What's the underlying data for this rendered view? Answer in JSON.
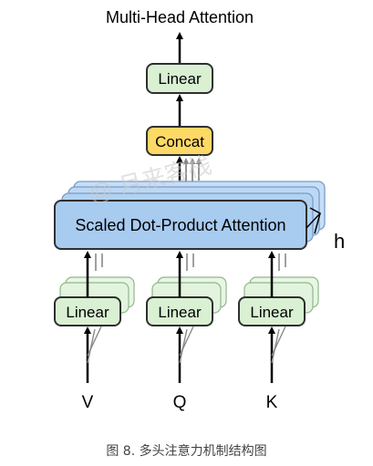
{
  "diagram": {
    "title": "Multi-Head Attention",
    "top_linear_label": "Linear",
    "concat_label": "Concat",
    "attention_label": "Scaled Dot-Product Attention",
    "heads_label": "h",
    "projection_label": "Linear",
    "inputs": [
      "V",
      "Q",
      "K"
    ],
    "watermark": "@ 月来客栈"
  },
  "caption": "图 8. 多头注意力机制结构图",
  "colors": {
    "linear_fill": "#d9f0d3",
    "linear_stroke": "#2f2f2f",
    "concat_fill": "#ffd966",
    "attention_fill": "#a8cbf0",
    "attention_stack_fill": "#bcd8f5",
    "linear_stack_fill": "#e3f4de",
    "stack_stroke": "#7a9cc4"
  }
}
